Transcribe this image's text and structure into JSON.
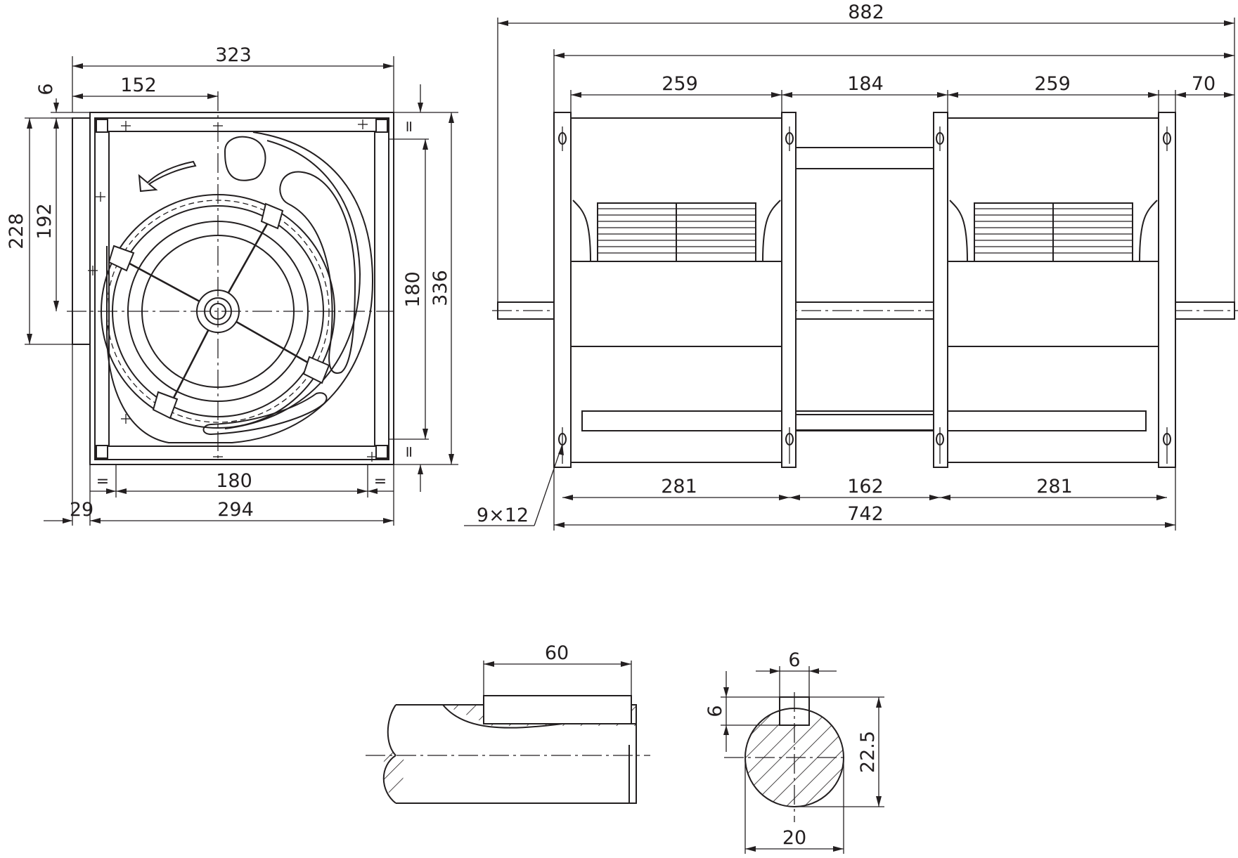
{
  "front_view": {
    "dims": {
      "overall_width": "323",
      "offset_to_axis": "152",
      "flange_offset": "6",
      "height_228": "228",
      "height_192": "192",
      "height_180_vertical": "180",
      "height_336": "336",
      "bottom_180": "180",
      "bottom_294": "294",
      "side_29": "29",
      "equal_mark": "="
    }
  },
  "side_view": {
    "dims": {
      "overall_882": "882",
      "housing_259_left": "259",
      "gap_184": "184",
      "housing_259_right": "259",
      "shaft_70": "70",
      "holes_281_left": "281",
      "holes_162": "162",
      "holes_281_right": "281",
      "frame_742": "742",
      "hole_spec": "9×12"
    }
  },
  "shaft_detail": {
    "dims": {
      "key_length": "60",
      "key_width": "6",
      "key_depth": "6",
      "shaft_key_height": "22.5",
      "shaft_diameter": "20"
    }
  }
}
